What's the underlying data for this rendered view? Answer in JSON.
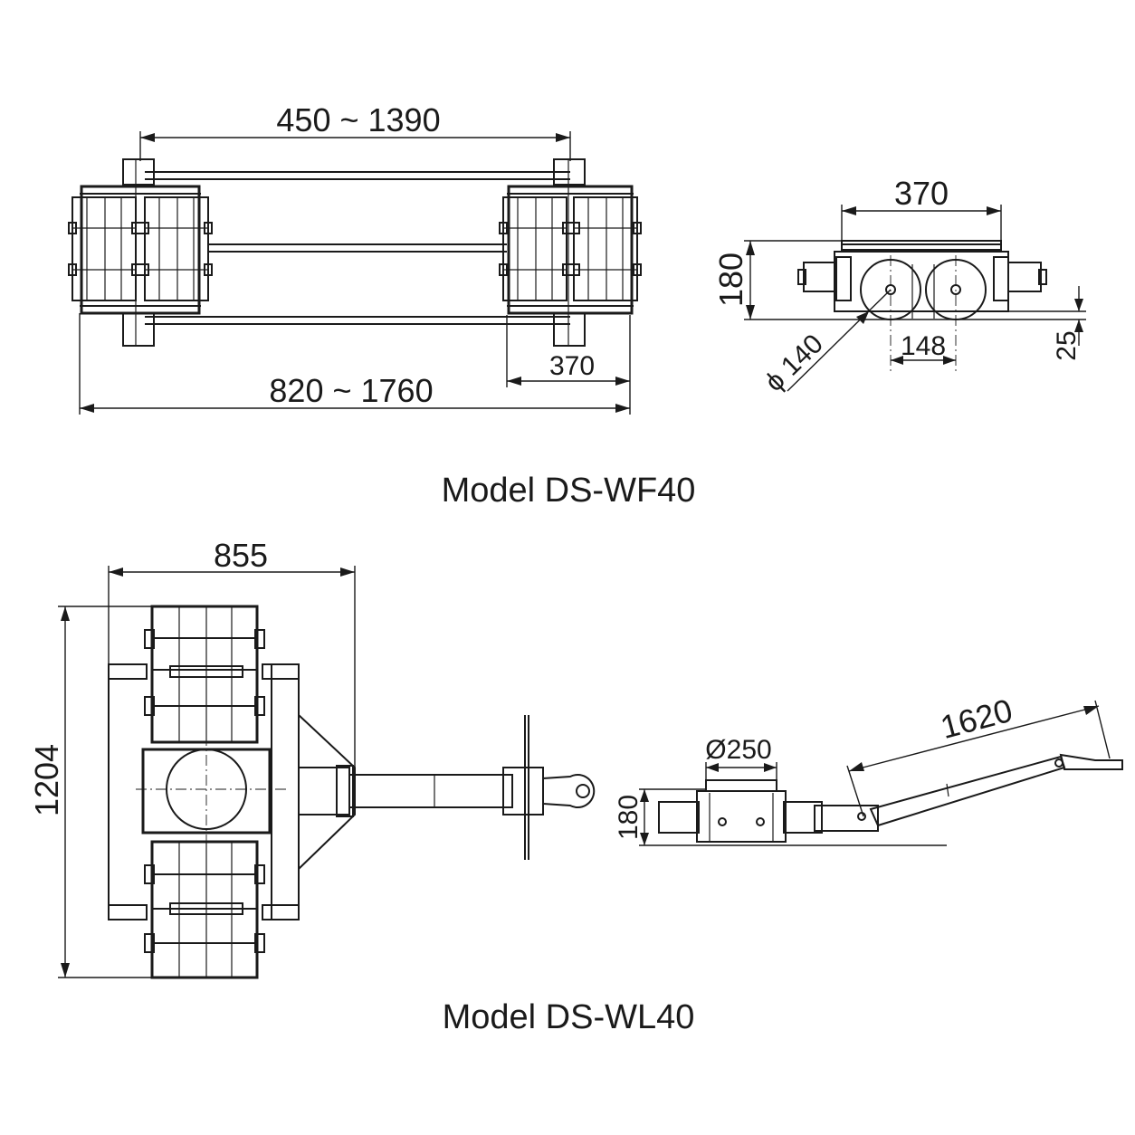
{
  "models": [
    {
      "caption": "Model DS-WF40",
      "dimensions": {
        "span_adjustable": "450 ~ 1390",
        "overall_length": "820 ~ 1760",
        "module_width": "370",
        "side_width": "370",
        "side_height": "180",
        "wheel_diameter": "ϕ 140",
        "wheel_pitch": "148",
        "ground_clearance": "25"
      }
    },
    {
      "caption": "Model DS-WL40",
      "dimensions": {
        "width": "855",
        "length": "1204",
        "plate_diameter": "Ø250",
        "height": "180",
        "handle_length": "1620"
      }
    }
  ]
}
